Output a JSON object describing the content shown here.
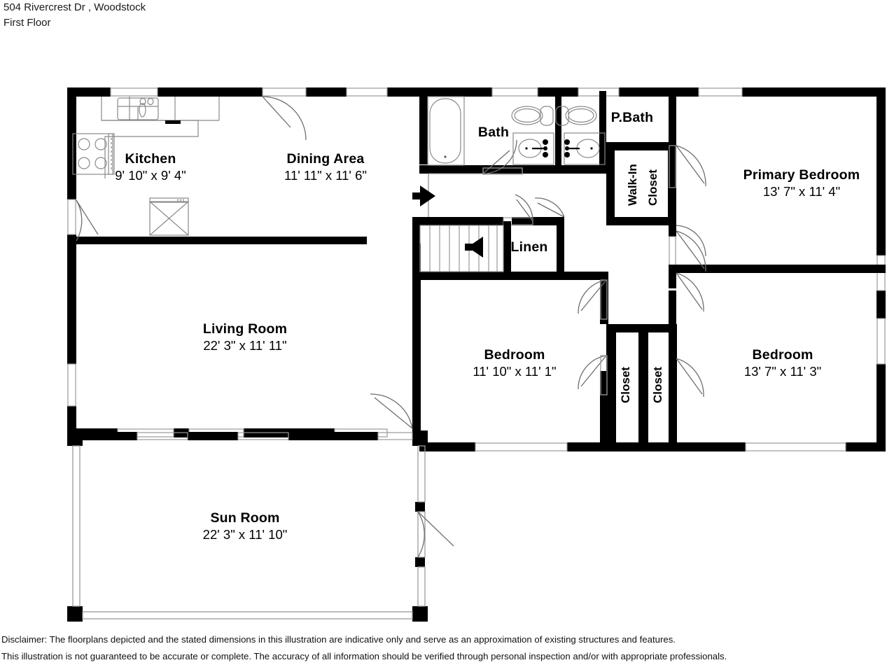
{
  "header": {
    "address": "504 Rivercrest Dr , Woodstock",
    "floor": "First Floor"
  },
  "footer": {
    "disclaimer_line1": "Disclaimer: The floorplans depicted and the stated dimensions in this illustration are indicative only and serve as an approximation of existing structures and features.",
    "disclaimer_line2": "This illustration is not guaranteed to be accurate or complete. The accuracy of all information should be verified through personal inspection and/or with appropriate professionals."
  },
  "rooms": [
    {
      "key": "kitchen",
      "name": "Kitchen",
      "dimensions": "9' 10\" x 9' 4\""
    },
    {
      "key": "dining_area",
      "name": "Dining Area",
      "dimensions": "11' 11\" x 11' 6\""
    },
    {
      "key": "bath",
      "name": "Bath",
      "dimensions": ""
    },
    {
      "key": "p_bath",
      "name": "P.Bath",
      "dimensions": ""
    },
    {
      "key": "primary_bedroom",
      "name": "Primary Bedroom",
      "dimensions": "13' 7\" x 11' 4\""
    },
    {
      "key": "walk_in_closet",
      "name": "Walk-In Closet",
      "dimensions": ""
    },
    {
      "key": "linen",
      "name": "Linen",
      "dimensions": ""
    },
    {
      "key": "living_room",
      "name": "Living Room",
      "dimensions": "22' 3\" x 11' 11\""
    },
    {
      "key": "bedroom_left",
      "name": "Bedroom",
      "dimensions": "11' 10\" x 11' 1\""
    },
    {
      "key": "bedroom_right",
      "name": "Bedroom",
      "dimensions": "13' 7\" x 11' 3\""
    },
    {
      "key": "closet_left",
      "name": "Closet",
      "dimensions": ""
    },
    {
      "key": "closet_right",
      "name": "Closet",
      "dimensions": ""
    },
    {
      "key": "sun_room",
      "name": "Sun Room",
      "dimensions": "22' 3\" x 11' 10\""
    }
  ],
  "walk_in_closet_lines": {
    "line1": "Walk-In",
    "line2": "Closet"
  },
  "fixtures": [
    {
      "name": "kitchen-sink"
    },
    {
      "name": "kitchen-stove"
    },
    {
      "name": "kitchen-counter"
    },
    {
      "name": "kitchen-appliance"
    },
    {
      "name": "bathtub"
    },
    {
      "name": "toilet-bath"
    },
    {
      "name": "vanity-sink-bath"
    },
    {
      "name": "toilet-pbath"
    },
    {
      "name": "vanity-sink-pbath"
    },
    {
      "name": "staircase"
    }
  ],
  "direction_arrows": [
    {
      "name": "arrow-right-hall",
      "direction": "right"
    },
    {
      "name": "arrow-left-stairs",
      "direction": "left"
    }
  ],
  "colors": {
    "wall": "#000000",
    "background": "#ffffff",
    "fixture_line": "#8a8a8a",
    "text": "#000000"
  }
}
